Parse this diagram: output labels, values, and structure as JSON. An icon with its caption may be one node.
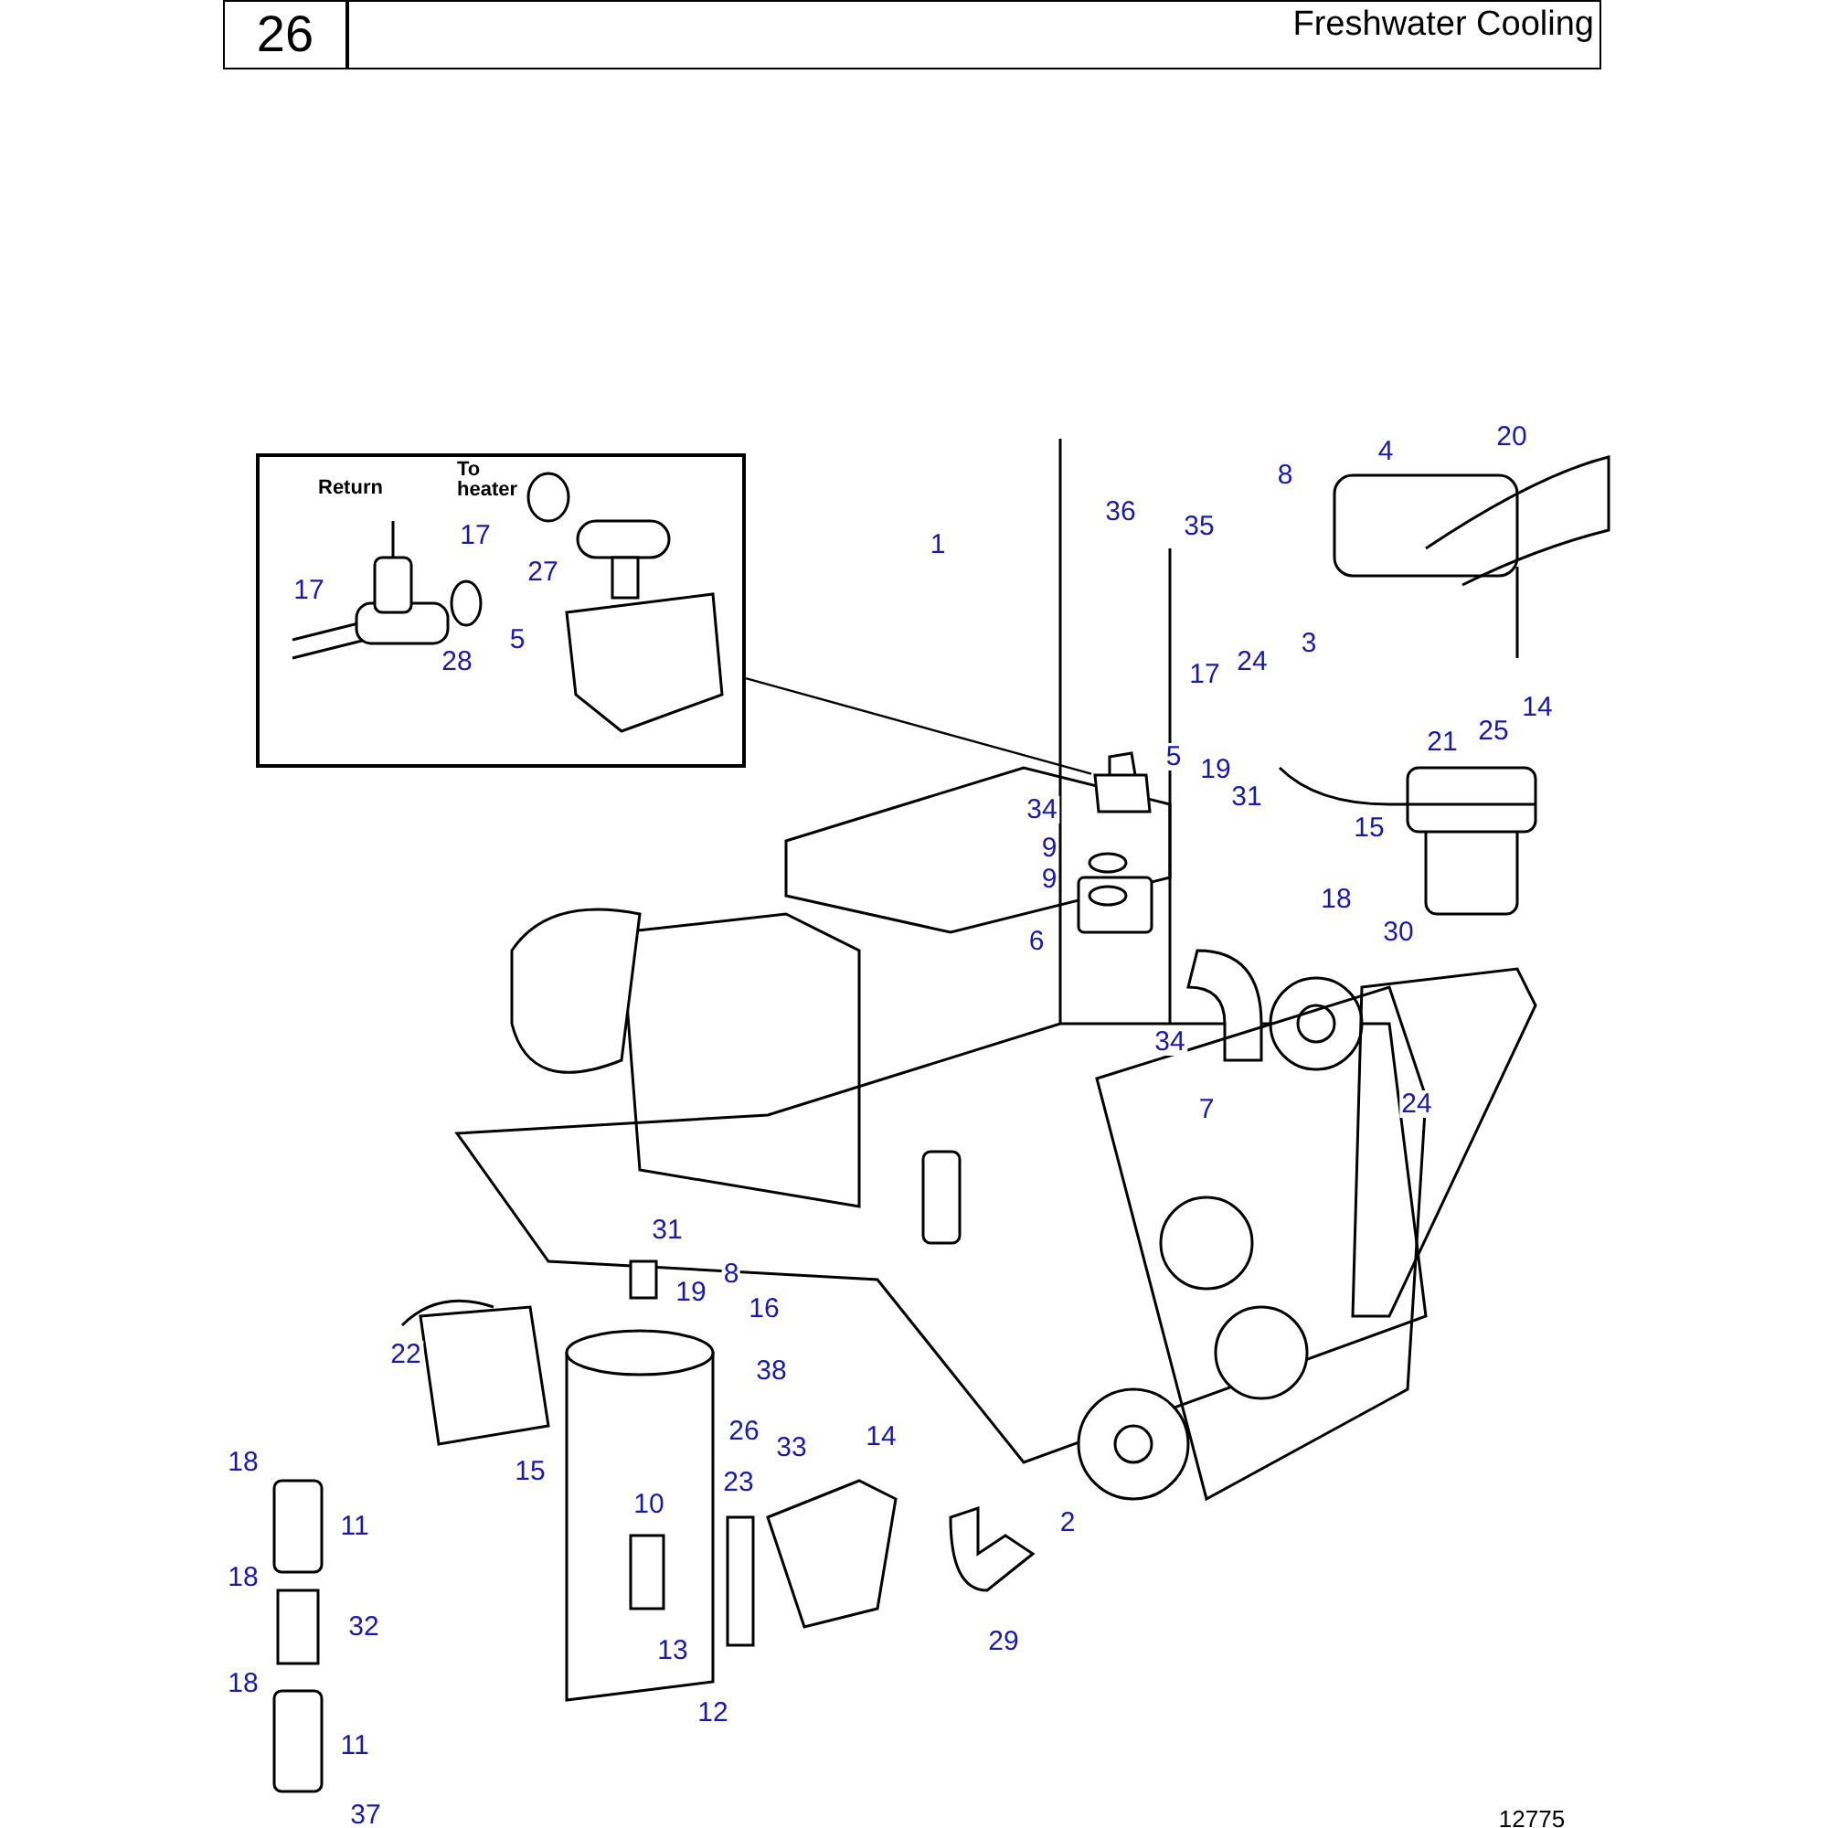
{
  "diagram": {
    "title": "Freshwater Cooling",
    "nodes": [
      {
        "text": [
          "26"
        ]
      },
      {
        "text": [
          "Return",
          "To heater"
        ]
      },
      {
        "text": [],
        "shape": "picture"
      }
    ],
    "edges": [
      {
        "from": 1,
        "to": 2,
        "arrow": "none"
      }
    ],
    "labels": [
      "20",
      "4",
      "8",
      "36",
      "35",
      "1",
      "17",
      "27",
      "17",
      "5",
      "28",
      "3",
      "17",
      "24",
      "14",
      "25",
      "21",
      "5",
      "19",
      "31",
      "34",
      "15",
      "9",
      "9",
      "18",
      "30",
      "6",
      "34",
      "7",
      "24",
      "31",
      "8",
      "19",
      "16",
      "38",
      "22",
      "26",
      "14",
      "33",
      "18",
      "15",
      "10",
      "23",
      "11",
      "2",
      "18",
      "32",
      "29",
      "13",
      "18",
      "12",
      "11",
      "37",
      "12775"
    ]
  }
}
